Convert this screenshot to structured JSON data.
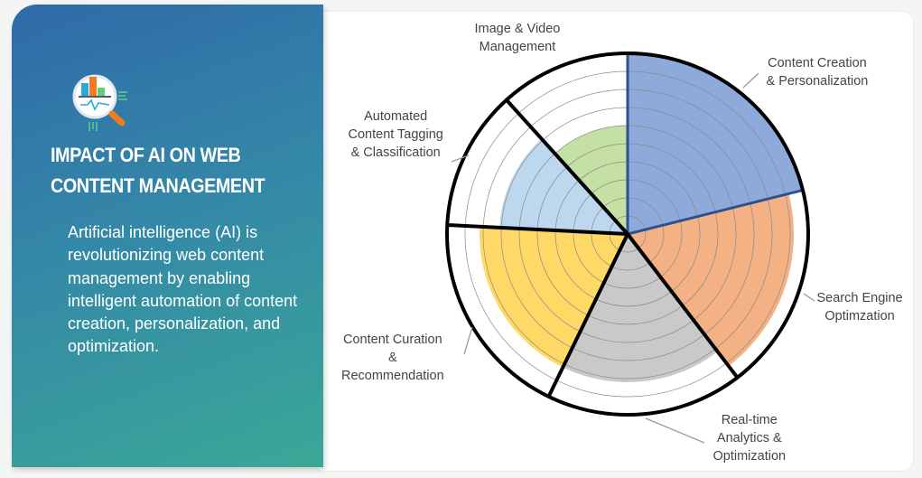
{
  "left_panel": {
    "title_lines": [
      "IMPACT OF AI ON WEB",
      "CONTENT MANAGEMENT"
    ],
    "description": "Artificial intelligence (AI) is revolutionizing web content management by enabling intelligent automation of content creation, personalization, and optimization.",
    "icon": "magnifier-chart-icon"
  },
  "chart_data": {
    "type": "pie",
    "subtype": "polar-area",
    "title": "",
    "rings": 10,
    "rmax": 10,
    "categories": [
      {
        "label": [
          "Content Creation",
          "& Personalization"
        ],
        "share": 21.1,
        "value": 10,
        "color": "#8eaadb"
      },
      {
        "label": [
          "Search Engine",
          "Optimzation"
        ],
        "share": 18.5,
        "value": 9.2,
        "color": "#f4b183"
      },
      {
        "label": [
          "Real-time",
          "Analytics &",
          "Optimization"
        ],
        "share": 17.6,
        "value": 8.2,
        "color": "#c9c9c9"
      },
      {
        "label": [
          "Content Curation",
          "&",
          "Recommendation"
        ],
        "share": 18.6,
        "value": 8.2,
        "color": "#ffd966"
      },
      {
        "label": [
          "Automated",
          "Content Tagging",
          "& Classification"
        ],
        "share": 12.5,
        "value": 7.1,
        "color": "#bdd7ee"
      },
      {
        "label": [
          "Image & Video",
          "Management"
        ],
        "share": 11.7,
        "value": 6.0,
        "color": "#c5e0a5"
      }
    ]
  }
}
